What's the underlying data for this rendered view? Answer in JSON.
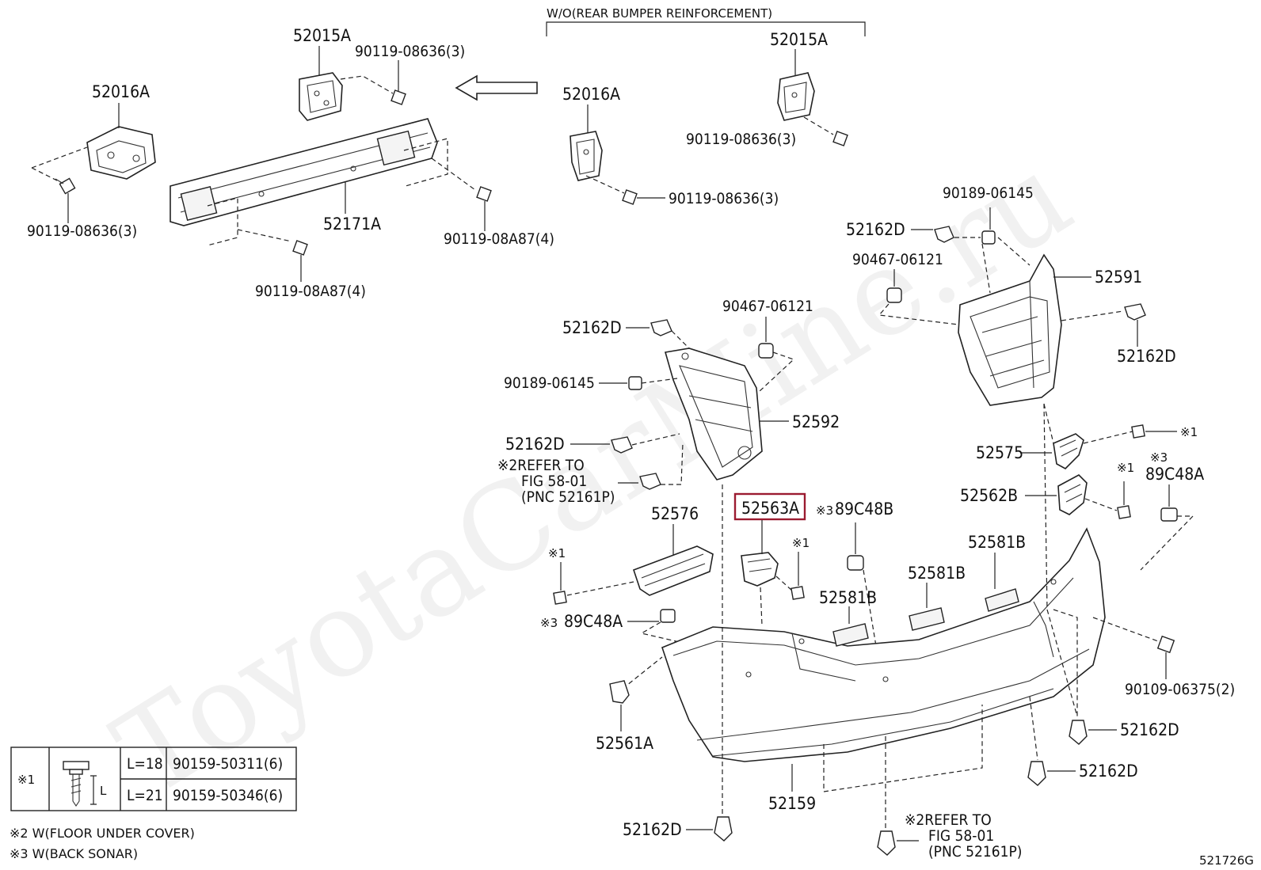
{
  "figure_code": "521726G",
  "header_note": "W/O(REAR BUMPER REINFORCEMENT)",
  "watermark": "ToyotaCarMine.ru",
  "highlight_color": "#9b1b30",
  "labels": {
    "p52015A_left": "52015A",
    "p52015A_right": "52015A",
    "p52016A_left": "52016A",
    "p52016A_right": "52016A",
    "p52171A": "52171A",
    "b08636_top": "90119-08636(3)",
    "b08636_left": "90119-08636(3)",
    "b08636_right1": "90119-08636(3)",
    "b08636_right2": "90119-08636(3)",
    "b08A87_right": "90119-08A87(4)",
    "b08A87_bottom": "90119-08A87(4)",
    "p90189_a": "90189-06145",
    "p90189_b": "90189-06145",
    "p52162D_a": "52162D",
    "p52162D_b": "52162D",
    "p52162D_c": "52162D",
    "p52162D_d": "52162D",
    "p52162D_e": "52162D",
    "p52162D_f": "52162D",
    "p52162D_g": "52162D",
    "p90467_a": "90467-06121",
    "p90467_b": "90467-06121",
    "p52591": "52591",
    "p52592": "52592",
    "p52575": "52575",
    "p52562B": "52562B",
    "p89C48A_right": "89C48A",
    "p89C48A_left": "89C48A",
    "p89C48B": "89C48B",
    "p52563A": "52563A",
    "p52576": "52576",
    "p52581B_a": "52581B",
    "p52581B_b": "52581B",
    "p52581B_c": "52581B",
    "p90109": "90109-06375(2)",
    "p52561A": "52561A",
    "p52159": "52159",
    "mark1_a": "※1",
    "mark1_b": "※1",
    "mark1_c": "※1",
    "mark1_d": "※1",
    "mark3_a": "※3",
    "mark3_b": "※3",
    "mark3_c": "※3",
    "refer_left_1": "※2REFER TO",
    "refer_left_2": "FIG 58-01",
    "refer_left_3": "(PNC 52161P)",
    "refer_bottom_1": "※2REFER TO",
    "refer_bottom_2": "FIG 58-01",
    "refer_bottom_3": "(PNC 52161P)"
  },
  "legend_table": {
    "mark": "※1",
    "dimension_letter": "L",
    "rows": [
      {
        "length": "L=18",
        "part": "90159-50311(6)"
      },
      {
        "length": "L=21",
        "part": "90159-50346(6)"
      }
    ]
  },
  "footnotes": [
    "※2 W(FLOOR UNDER COVER)",
    "※3 W(BACK SONAR)"
  ]
}
